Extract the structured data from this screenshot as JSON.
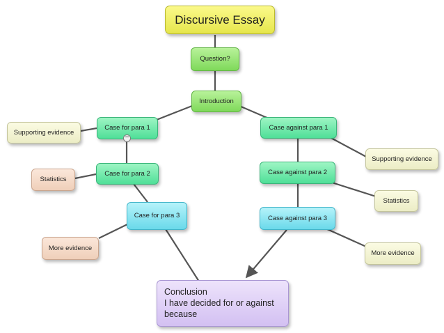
{
  "diagram": {
    "title": "Discursive Essay",
    "question": "Question?",
    "introduction": "Introduction",
    "case_for_1": "Case for  para 1",
    "case_for_2": "Case for  para 2",
    "case_for_3": "Case for para 3",
    "case_against_1": "Case against  para 1",
    "case_against_2": "Case against  para 2",
    "case_against_3": "Case against  para 3",
    "for_supporting_evidence": "Supporting evidence",
    "for_statistics": "Statistics",
    "for_more_evidence": "More evidence",
    "against_supporting_evidence": "Supporting evidence",
    "against_statistics": "Statistics",
    "against_more_evidence": "More evidence",
    "conclusion": {
      "line1": "Conclusion",
      "line2": "I have decided for or against",
      "line3": "because"
    },
    "collapse_toggle": "−"
  },
  "colors": {
    "title": "#eaea55",
    "topic": "#8ee068",
    "para": "#5ee3a0",
    "para_final": "#7fdff0",
    "evidence": "#f0f0cc",
    "statistics": "#f2d6c2",
    "conclusion": "#dccbf4",
    "connector": "#555555"
  },
  "connector_icons": [
    "arrow-head-icon",
    "collapse-toggle-icon"
  ]
}
